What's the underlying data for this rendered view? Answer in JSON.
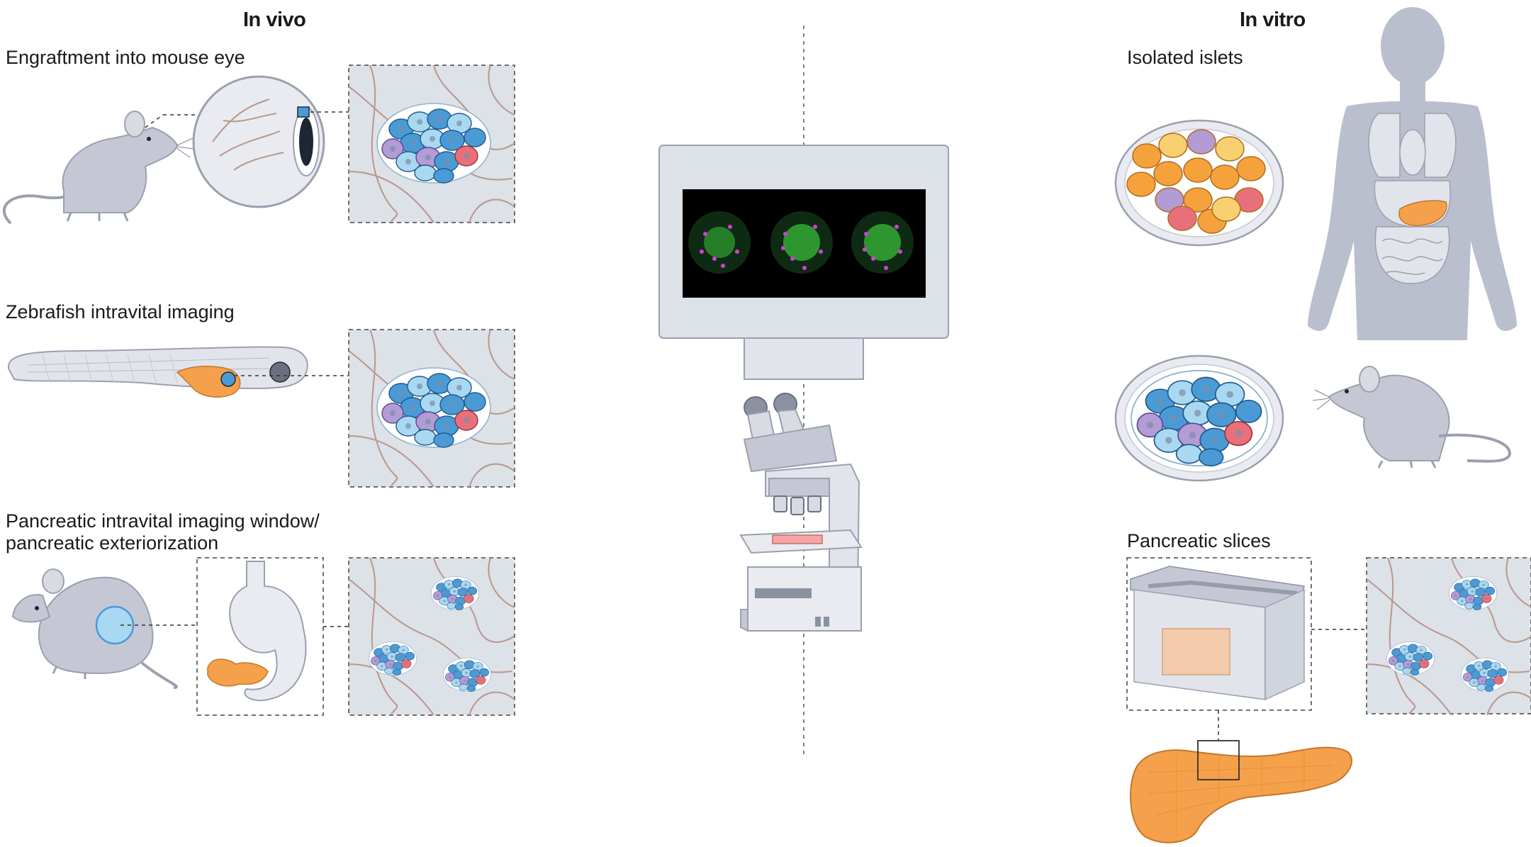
{
  "sections": {
    "in_vivo": {
      "heading": "In vivo",
      "panels": [
        {
          "label": "Engraftment into mouse eye"
        },
        {
          "label": "Zebrafish intravital imaging"
        },
        {
          "label_line1": "Pancreatic intravital imaging window/",
          "label_line2": "pancreatic exteriorization"
        }
      ]
    },
    "in_vitro": {
      "heading": "In vitro",
      "panels": [
        {
          "label": "Isolated islets"
        },
        {
          "label": "Pancreatic slices"
        }
      ]
    }
  },
  "colors": {
    "beta_cell": "#4a9ad6",
    "beta_cell_light": "#a9d8f2",
    "alpha_cell": "#b39bd6",
    "delta_cell": "#e8707a",
    "human_islet_cell": "#f6a23c",
    "pancreas": "#f5a04a",
    "silhouette": "#b9bfcc",
    "panel_background": "#dde1e8",
    "capillary": "#b8978c",
    "fluorescence_green": "#3ac43a",
    "fluorescence_magenta": "#d040d8"
  }
}
